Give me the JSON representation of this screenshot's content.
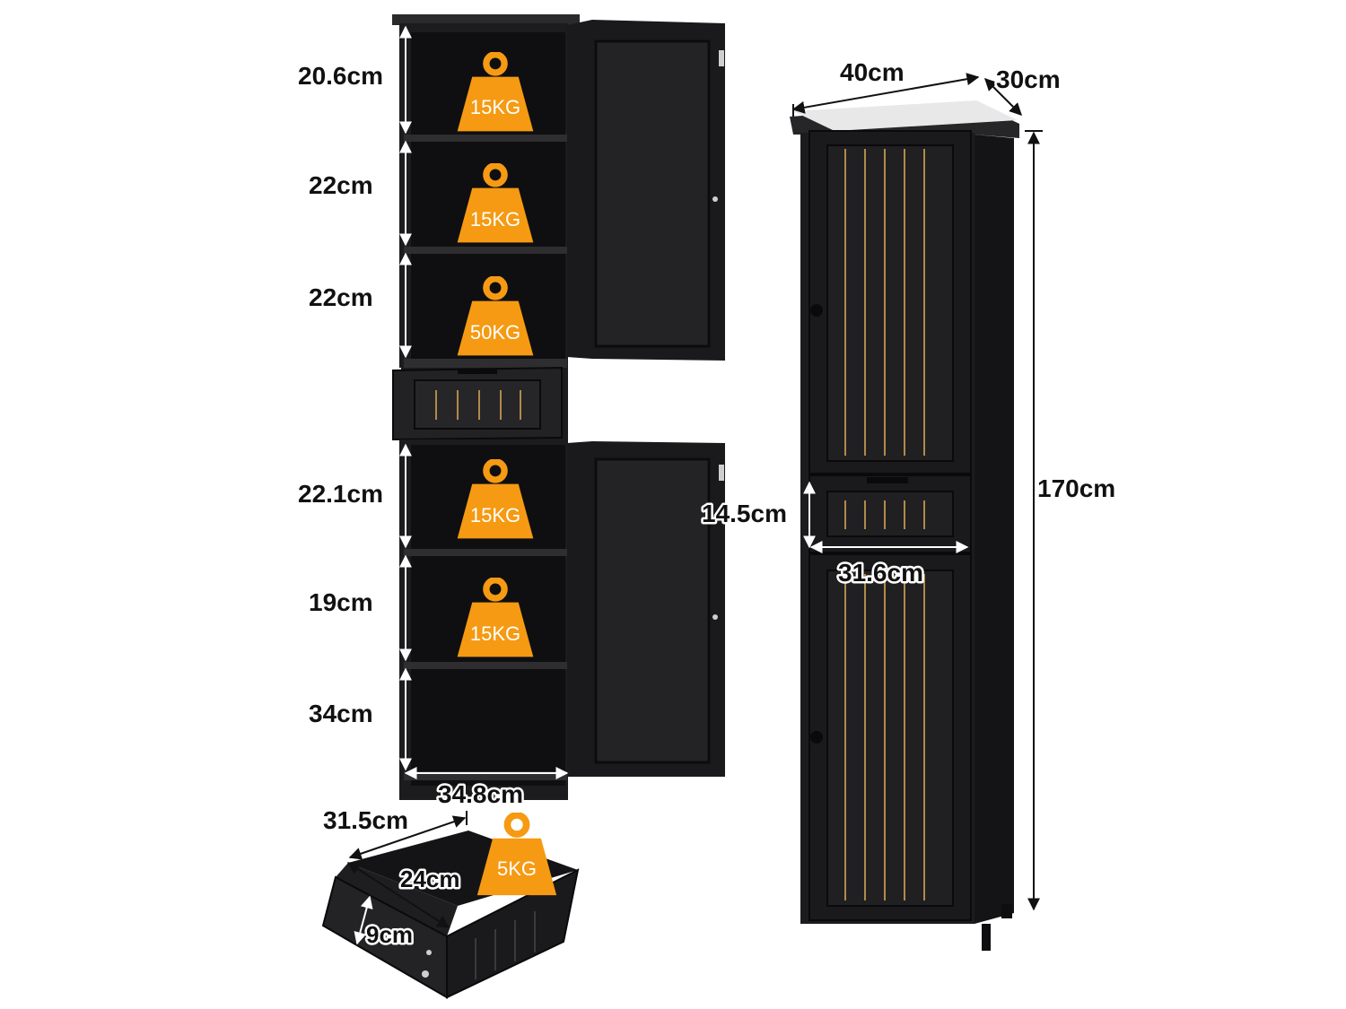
{
  "colors": {
    "cabinet": "#1c1c1e",
    "cabinet_dark": "#0e0e10",
    "cabinet_edge": "#3a3a3c",
    "weight_tag": "#f59a12",
    "gold_line": "#b08a4a"
  },
  "open_cabinet": {
    "heights": [
      {
        "label": "20.6cm"
      },
      {
        "label": "22cm"
      },
      {
        "label": "22cm"
      },
      {
        "label": "22.1cm"
      },
      {
        "label": "19cm"
      },
      {
        "label": "34cm"
      }
    ],
    "width_label": "34.8cm",
    "weights": [
      {
        "label": "15KG",
        "icon": "weight-icon"
      },
      {
        "label": "15KG",
        "icon": "weight-icon"
      },
      {
        "label": "50KG",
        "icon": "weight-icon"
      },
      {
        "label": "15KG",
        "icon": "weight-icon"
      },
      {
        "label": "15KG",
        "icon": "weight-icon"
      }
    ]
  },
  "drawer": {
    "depth_label": "31.5cm",
    "inner_label": "24cm",
    "height_label": "9cm",
    "weight": {
      "label": "5KG",
      "icon": "weight-icon"
    }
  },
  "closed_cabinet": {
    "width_label": "40cm",
    "depth_label": "30cm",
    "height_label": "170cm",
    "drawer_height_label": "14.5cm",
    "drawer_width_label": "31.6cm"
  }
}
